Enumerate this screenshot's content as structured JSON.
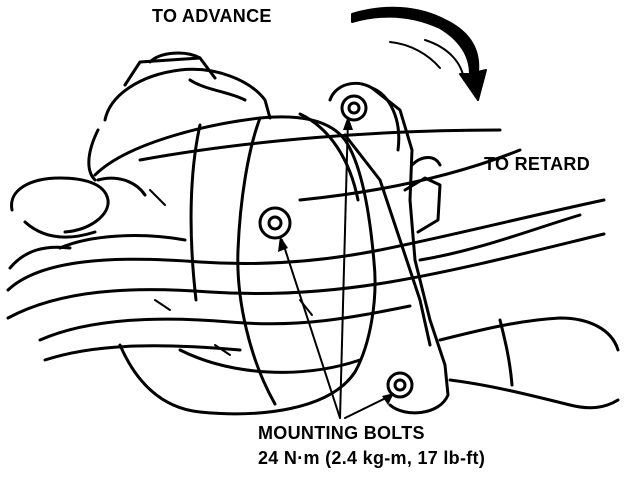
{
  "labels": {
    "to_advance": "TO ADVANCE",
    "to_retard": "TO RETARD",
    "mounting_bolts": "MOUNTING BOLTS",
    "torque_spec": "24 N·m (2.4 kg-m, 17 lb-ft)"
  },
  "colors": {
    "ink": "#000000",
    "paper": "#ffffff"
  }
}
